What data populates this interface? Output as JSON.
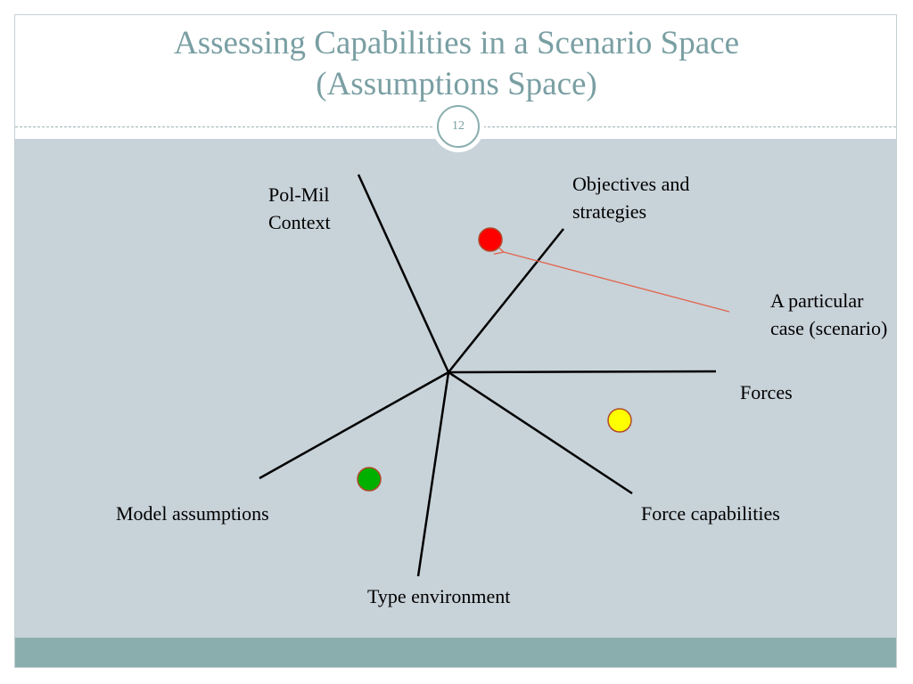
{
  "slide": {
    "title_line1": "Assessing Capabilities in a Scenario Space",
    "title_line2": "(Assumptions Space)",
    "page_number": "12"
  },
  "diagram": {
    "labels": {
      "pol_mil_line1": "Pol-Mil",
      "pol_mil_line2": "Context",
      "objectives_line1": "Objectives and",
      "objectives_line2": "strategies",
      "particular_line1": "A particular",
      "particular_line2": "case (scenario)",
      "forces": "Forces",
      "force_capabilities": "Force capabilities",
      "model_assumptions": "Model assumptions",
      "type_environment": "Type environment"
    },
    "colors": {
      "axis": "#000000",
      "arrow": "#e2654d",
      "dot_red": "#ff0000",
      "dot_yellow": "#ffff00",
      "dot_green": "#00b000",
      "dot_outline": "#b04a2c"
    }
  }
}
